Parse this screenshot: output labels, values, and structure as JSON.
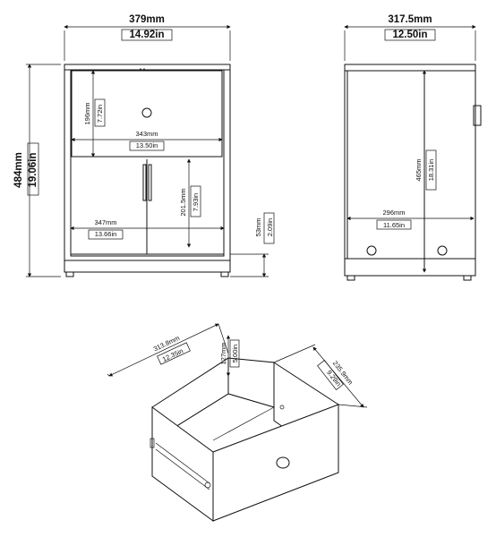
{
  "front": {
    "width_mm": "379mm",
    "width_in": "14.92in",
    "height_mm": "484mm",
    "height_in": "19.06in",
    "drawer_h_mm": "196mm",
    "drawer_h_in": "7.72in",
    "drawer_w_mm": "343mm",
    "drawer_w_in": "13.50in",
    "shelf_h_mm": "201.5mm",
    "shelf_h_in": "7.93in",
    "inner_w_mm": "347mm",
    "inner_w_in": "13.66in",
    "plinth_mm": "53mm",
    "plinth_in": "2.09in"
  },
  "side": {
    "depth_mm": "317.5mm",
    "depth_in": "12.50in",
    "inner_h_mm": "465mm",
    "inner_h_in": "18.31in",
    "inner_d_mm": "296mm",
    "inner_d_in": "11.65in"
  },
  "drawer": {
    "length_mm": "313.8mm",
    "length_in": "12.35in",
    "height_mm": "127mm",
    "height_in": "5.00in",
    "width_mm": "235.9mm",
    "width_in": "9.29in"
  }
}
